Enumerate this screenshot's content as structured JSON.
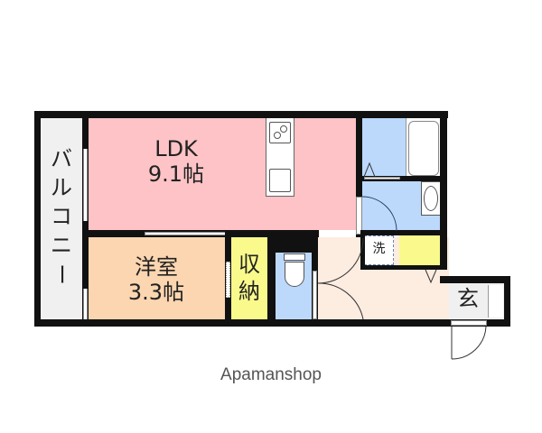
{
  "plan": {
    "rooms": {
      "balcony": {
        "label": "バルコニー",
        "chars": [
          "バ",
          "ル",
          "コ",
          "ニ",
          "ー"
        ],
        "color": "#f0f0f0"
      },
      "ldk": {
        "name": "LDK",
        "size": "9.1帖",
        "color": "#fdc3c6"
      },
      "western_room": {
        "name": "洋室",
        "size": "3.3帖",
        "color": "#fcd6b0"
      },
      "closet": {
        "chars": [
          "収",
          "納"
        ],
        "color": "#fafa8c"
      },
      "toilet": {
        "color": "#bcd9fb"
      },
      "bath": {
        "color": "#bcd9fb"
      },
      "washroom": {
        "color": "#bcd9fb"
      },
      "laundry": {
        "label": "洗"
      },
      "storage_yellow": {
        "color": "#fafa8c"
      },
      "hallway": {
        "color": "#fdece0"
      },
      "entrance": {
        "label": "玄",
        "color": "#f0f0f0"
      }
    },
    "wall_color": "#111111"
  },
  "footer": {
    "brand": "Apamanshop"
  }
}
